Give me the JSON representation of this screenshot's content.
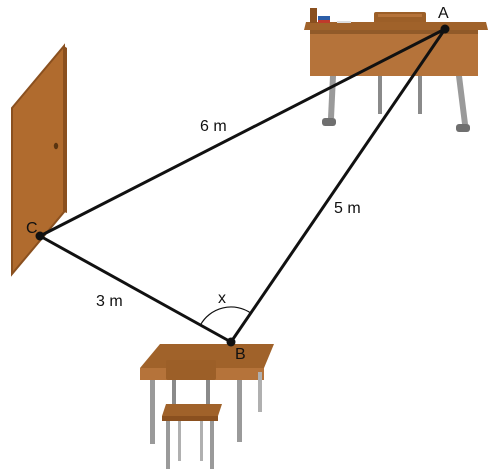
{
  "points": {
    "a": "A",
    "b": "B",
    "c": "C"
  },
  "sides": {
    "ca": "6 m",
    "ab": "5 m",
    "cb": "3 m"
  },
  "angle": {
    "b": "x"
  },
  "colors": {
    "wood_top": "#a0622a",
    "wood_front": "#b5733a",
    "wood_dark": "#7a4a1e",
    "metal": "#9a9a9a",
    "metal_dark": "#6f6f6f",
    "line": "#111111",
    "door": "#b06b2e",
    "door_edge": "#8a501f"
  },
  "icons": [
    "door-icon",
    "teacher-desk-icon",
    "teacher-chair-icon",
    "student-desk-icon",
    "student-chair-icon"
  ]
}
